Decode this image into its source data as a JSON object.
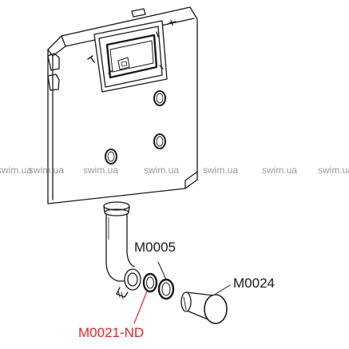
{
  "watermark": {
    "items": [
      "swim.ua",
      "swim.ua",
      "swim.ua",
      "swim.ua",
      "swim.ua",
      "swim.ua",
      "swim.ua"
    ]
  },
  "labels": {
    "m0005": "M0005",
    "m0024": "M0024",
    "m0021": "M0021-ND"
  },
  "colors": {
    "line": "#1a1a1a",
    "highlight": "#e3262b",
    "watermark": "#9a9a9a"
  }
}
